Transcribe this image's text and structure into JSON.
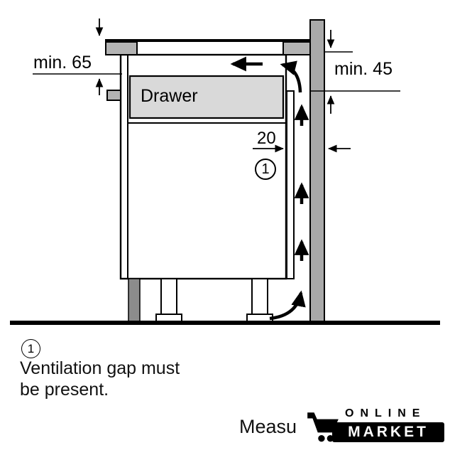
{
  "diagram": {
    "drawer_label": "Drawer",
    "dim_top_left": "min. 65",
    "dim_top_right": "min. 45",
    "dim_gap": "20",
    "callout_marker": "1",
    "colors": {
      "wall_fill": "#a9a9a9",
      "worktop_fill": "#b3b3b3",
      "drawer_fill": "#d9d9d9",
      "plinth_fill": "#8c8c8c"
    }
  },
  "footnote": {
    "marker": "1",
    "line1": "Ventilation gap must",
    "line2": "be present."
  },
  "bottom": {
    "partial_word": "Measu"
  },
  "logo": {
    "line1": "ONLINE",
    "line2": "MARKET"
  }
}
